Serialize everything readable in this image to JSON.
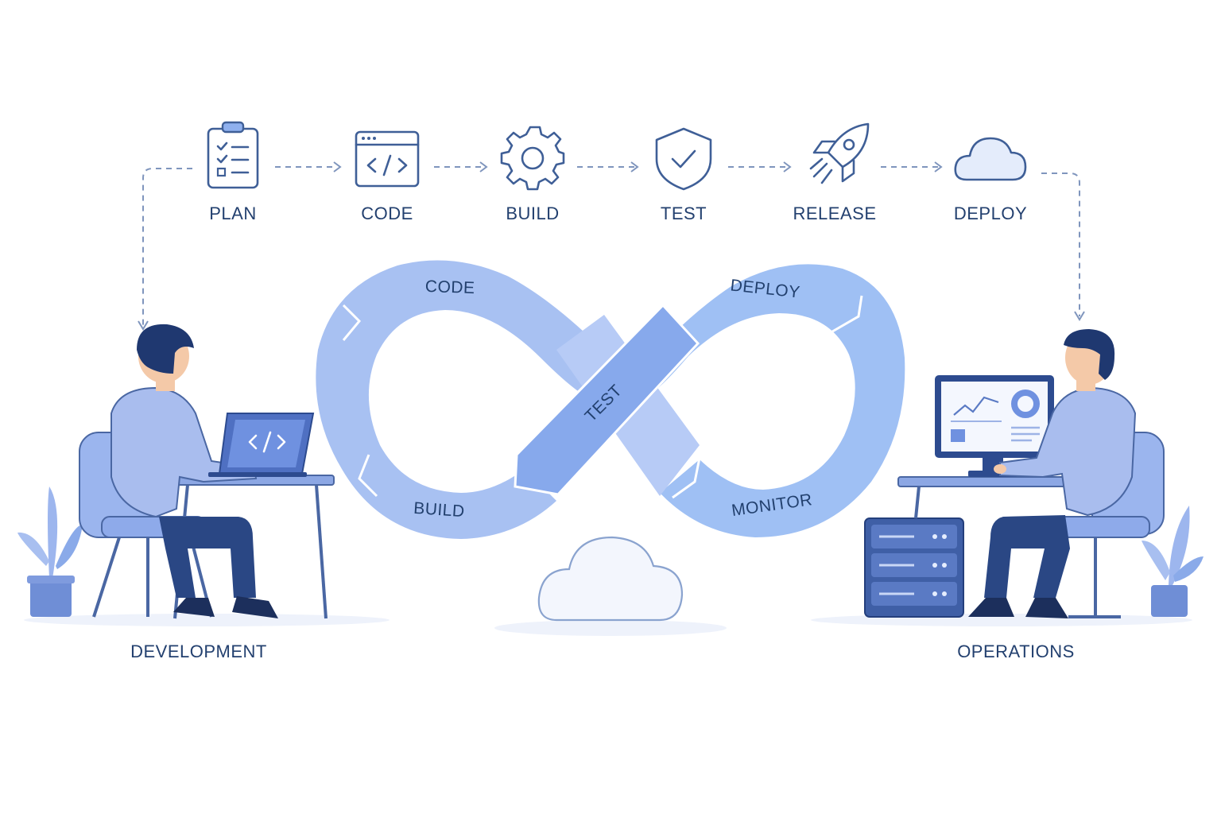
{
  "pipeline": {
    "steps": [
      {
        "label": "PLAN",
        "icon": "clipboard-checklist-icon"
      },
      {
        "label": "CODE",
        "icon": "code-window-icon"
      },
      {
        "label": "BUILD",
        "icon": "gear-icon"
      },
      {
        "label": "TEST",
        "icon": "shield-check-icon"
      },
      {
        "label": "RELEASE",
        "icon": "rocket-icon"
      },
      {
        "label": "DEPLOY",
        "icon": "cloud-icon"
      }
    ]
  },
  "loop": {
    "segments": [
      "CODE",
      "DEPLOY",
      "TEST",
      "BUILD",
      "MONITOR"
    ]
  },
  "sides": {
    "left": "DEVELOPMENT",
    "right": "OPERATIONS"
  },
  "colors": {
    "primary": "#3f5f97",
    "loop_light": "#a9c2f2",
    "loop_mid": "#8fb0ee",
    "loop_dark": "#7a9ee8",
    "text": "#23406f"
  }
}
